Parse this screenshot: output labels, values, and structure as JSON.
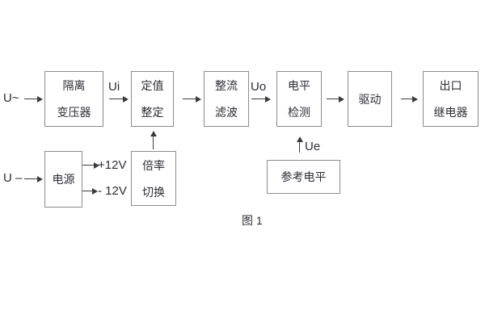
{
  "figure": {
    "caption": "图 1"
  },
  "inputs": {
    "ac": "U~",
    "dc": "U –"
  },
  "signals": {
    "ui": "Ui",
    "uo": "Uo",
    "ue": "Ue",
    "plus12v": "+12V",
    "minus12v": "- 12V"
  },
  "boxes": {
    "isolation_transformer": {
      "line1": "隔离",
      "line2": "变压器"
    },
    "value_setting": {
      "line1": "定值",
      "line2": "整定"
    },
    "rectifier_filter": {
      "line1": "整流",
      "line2": "滤波"
    },
    "level_detection": {
      "line1": "电平",
      "line2": "检测"
    },
    "drive": {
      "line1": "驱动"
    },
    "output_relay": {
      "line1": "出口",
      "line2": "继电器"
    },
    "power_supply": {
      "line1": "电源"
    },
    "ratio_switch": {
      "line1": "倍率",
      "line2": "切换"
    },
    "reference_level": {
      "line1": "参考电平"
    }
  },
  "colors": {
    "background": "#ffffff",
    "box_border": "#8b8b8b",
    "line": "#3b3b3b",
    "text": "#2c2c34"
  }
}
